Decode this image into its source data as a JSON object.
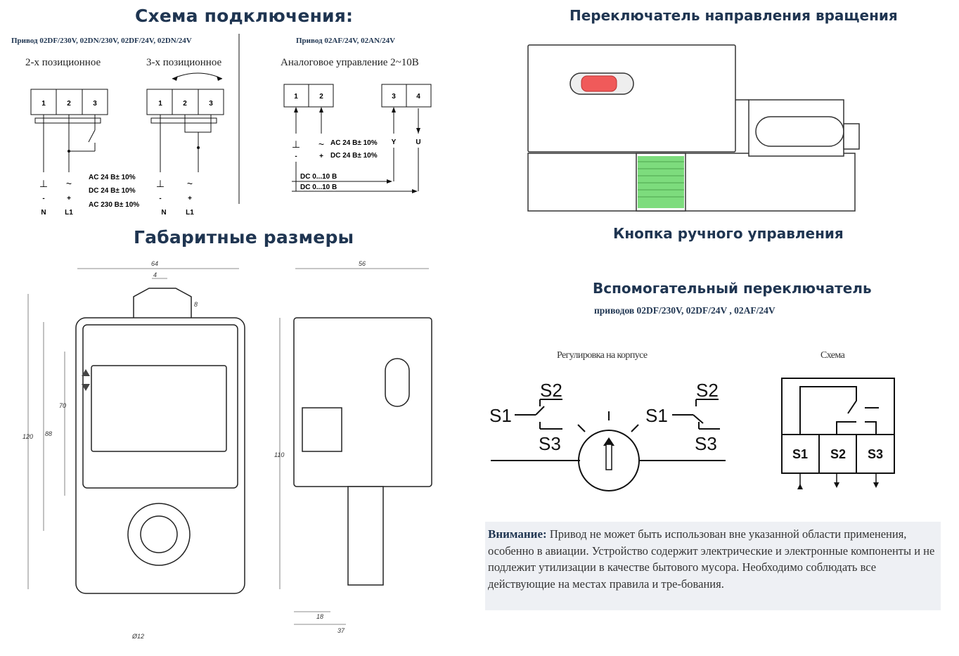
{
  "wiring": {
    "title": "Схема подключения:",
    "group1_header": "Привод 02DF/230V, 02DN/230V, 02DF/24V, 02DN/24V",
    "group2_header": "Привод 02AF/24V, 02AN/24V",
    "mode_2pos": "2-х позиционное",
    "mode_3pos": "3-х позиционное",
    "mode_analog": "Аналоговое управление 2~10В",
    "terminals_3": [
      "1",
      "2",
      "3"
    ],
    "terminals_analog": [
      "1",
      "2",
      "3",
      "4"
    ],
    "supply": [
      "AC 24 В± 10%",
      "DC 24 В± 10%",
      "AC 230 В± 10%"
    ],
    "supply_analog": [
      "AC 24 В± 10%",
      "DC 24 В± 10%"
    ],
    "dc_signal": "DC 0...10 В",
    "sym_ground": "⊥",
    "sym_tilde": "~",
    "sym_minus": "-",
    "sym_plus": "+",
    "label_n": "N",
    "label_l1": "L1",
    "label_y": "Y",
    "label_u": "U"
  },
  "rotation_switch": {
    "title": "Переключатель направления вращения"
  },
  "manual_button": {
    "title": "Кнопка ручного управления"
  },
  "dimensions": {
    "title": "Габаритные размеры",
    "front": [
      "64",
      "4",
      "8",
      "70",
      "88",
      "120",
      "Ø12"
    ],
    "side": [
      "56",
      "110",
      "18",
      "37"
    ]
  },
  "aux_switch": {
    "title": "Вспомогательный переключатель",
    "subtitle": "приводов 02DF/230V,  02DF/24V , 02AF/24V",
    "housing_label": "Регулировка на корпусе",
    "scheme_label": "Схема",
    "s1": "S1",
    "s2": "S2",
    "s3": "S3"
  },
  "notice": {
    "label": "Внимание:",
    "text": " Привод не может быть использован вне указанной области применения, особенно в авиации. Устройство содержит электрические и электронные компоненты и не подлежит утилизации в качестве бытового мусора. Необходимо соблюдать все действующие на местах правила и тре-бования."
  },
  "colors": {
    "heading": "#1f3551",
    "switch_red": "#f05a5a",
    "button_green": "#7ddc7d",
    "notice_bg": "#eef0f4"
  }
}
